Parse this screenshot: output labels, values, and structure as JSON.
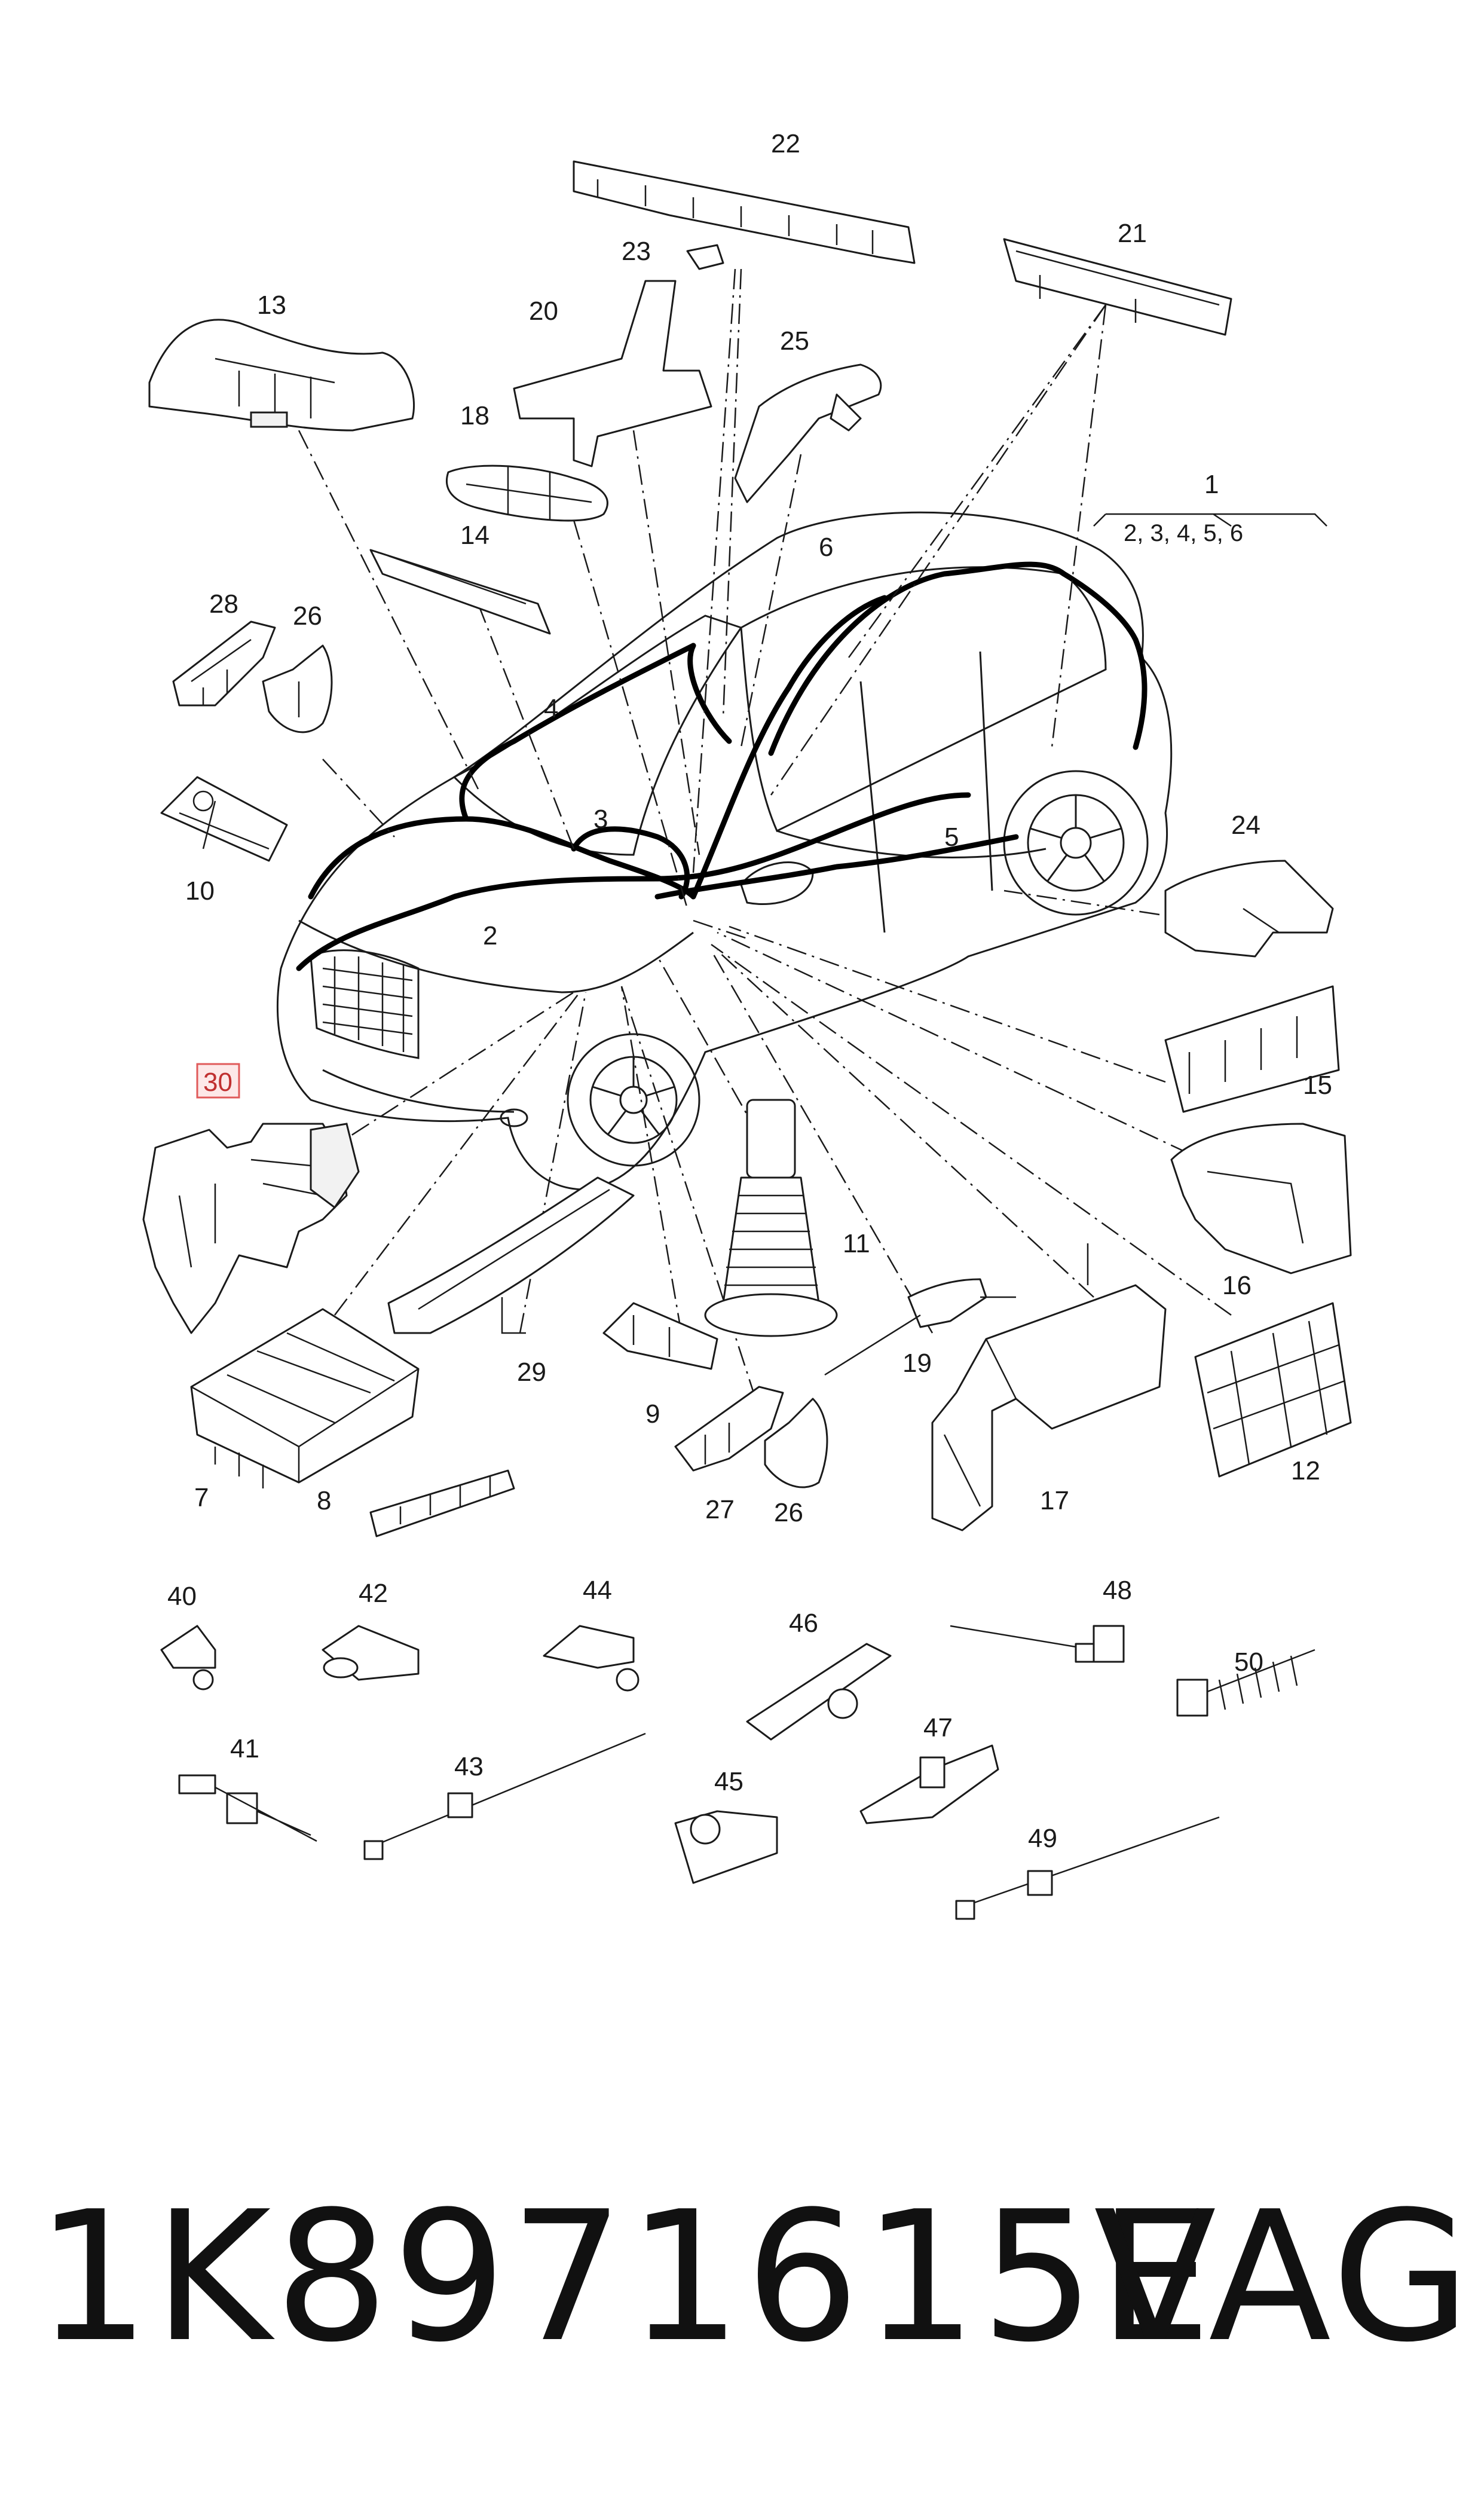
{
  "diagram": {
    "callouts": {
      "c1": "1",
      "c1_sub": "2, 3, 4, 5, 6",
      "c2": "2",
      "c3": "3",
      "c4": "4",
      "c5": "5",
      "c6": "6",
      "c7": "7",
      "c8": "8",
      "c9": "9",
      "c10": "10",
      "c11": "11",
      "c12": "12",
      "c13": "13",
      "c14": "14",
      "c15": "15",
      "c16": "16",
      "c17": "17",
      "c18": "18",
      "c19": "19",
      "c20": "20",
      "c21": "21",
      "c22": "22",
      "c23": "23",
      "c24": "24",
      "c25": "25",
      "c26a": "26",
      "c26b": "26",
      "c27": "27",
      "c28": "28",
      "c29": "29",
      "c30": "30",
      "c40": "40",
      "c41": "41",
      "c42": "42",
      "c43": "43",
      "c44": "44",
      "c45": "45",
      "c46": "46",
      "c47": "47",
      "c48": "48",
      "c49": "49",
      "c50": "50"
    },
    "highlighted_callout": "30",
    "highlight_color": "#e05a5a"
  },
  "footer": {
    "part_number": "1K8971615E",
    "brand": "VAG"
  }
}
